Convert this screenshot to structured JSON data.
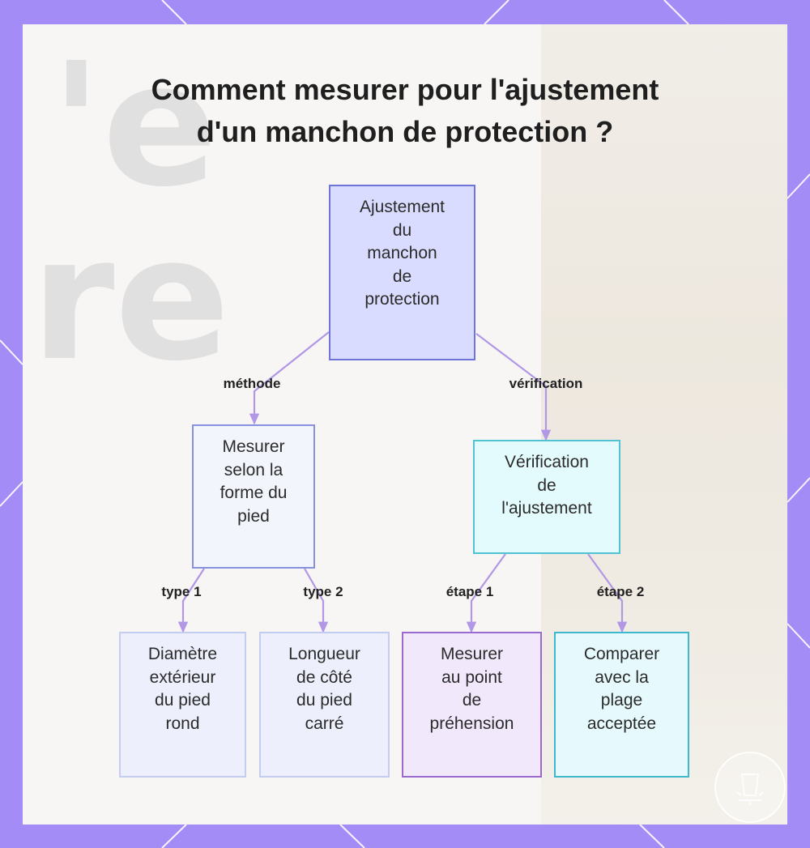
{
  "title": {
    "line1": "Comment mesurer pour l'ajustement",
    "line2": "d'un manchon de protection ?"
  },
  "colors": {
    "frame": "#a48cf6",
    "edge": "#b197e6",
    "root_fill": "#d9dcfe",
    "root_border": "#6f74d8",
    "method_fill": "#f3f5fd",
    "method_border": "#8791de",
    "verify_fill": "#e4fbfe",
    "verify_border": "#4fc3d4",
    "leaf_pale_fill": "#edf0fc",
    "leaf_pale_border": "#c4ccef",
    "leaf_purple_fill": "#f1e8fb",
    "leaf_purple_border": "#9a6ad0",
    "leaf_cyan_fill": "#e6fafd",
    "leaf_cyan_border": "#3db8cc"
  },
  "nodes": {
    "root": [
      "Ajustement",
      "du",
      "manchon",
      "de",
      "protection"
    ],
    "method": [
      "Mesurer",
      "selon la",
      "forme du",
      "pied"
    ],
    "verify": [
      "Vérification",
      "de",
      "l'ajustement"
    ],
    "leaf1": [
      "Diamètre",
      "extérieur",
      "du pied",
      "rond"
    ],
    "leaf2": [
      "Longueur",
      "de côté",
      "du pied",
      "carré"
    ],
    "leaf3": [
      "Mesurer",
      "au point",
      "de",
      "préhension"
    ],
    "leaf4": [
      "Comparer",
      "avec la",
      "plage",
      "acceptée"
    ]
  },
  "edge_labels": {
    "methode": "méthode",
    "verification": "vérification",
    "type1": "type 1",
    "type2": "type 2",
    "etape1": "étape 1",
    "etape2": "étape 2"
  },
  "icons": {
    "badge": "logo-badge-icon"
  }
}
